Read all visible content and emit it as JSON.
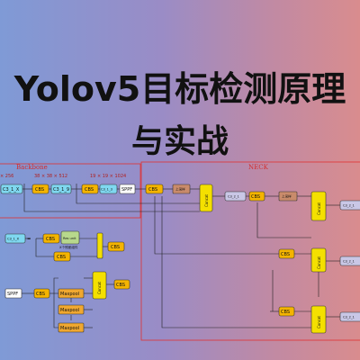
{
  "title": {
    "line1": "Yolov5目标检测原理",
    "line2": "与实战"
  },
  "diagram": {
    "backbone_label": "Backbone",
    "neck_label": "NECK",
    "dims": [
      "× 256",
      "38 × 38 × 512",
      "19 × 19 × 1024"
    ],
    "nodes": {
      "c3_1_x_a": "C3_1_X",
      "cbs": "CBS",
      "c3_1_9": "C3_1_9",
      "c3_1_3": "C3_1_3",
      "sppf": "SPPF",
      "upsample": "上采样",
      "concat": "Concat",
      "c3_2_1": "C3_2_1",
      "c3_2_1b": "C3_2_1",
      "c3_1_x": "C3_1_X",
      "resunit": "Res unit",
      "x_units": "X个残差组件",
      "sppf_legend": "SPPF",
      "maxpool": "Maxpool"
    },
    "colors": {
      "region": "#e03030",
      "cbs": "#f4b400",
      "c3": "#7fd8f0",
      "c3_neck": "#c9c7e6",
      "sppf": "#ffffff",
      "upsample": "#c98b6b",
      "concat": "#f4e000",
      "maxpool": "#f0a830",
      "resunit": "#b7d88c"
    }
  }
}
